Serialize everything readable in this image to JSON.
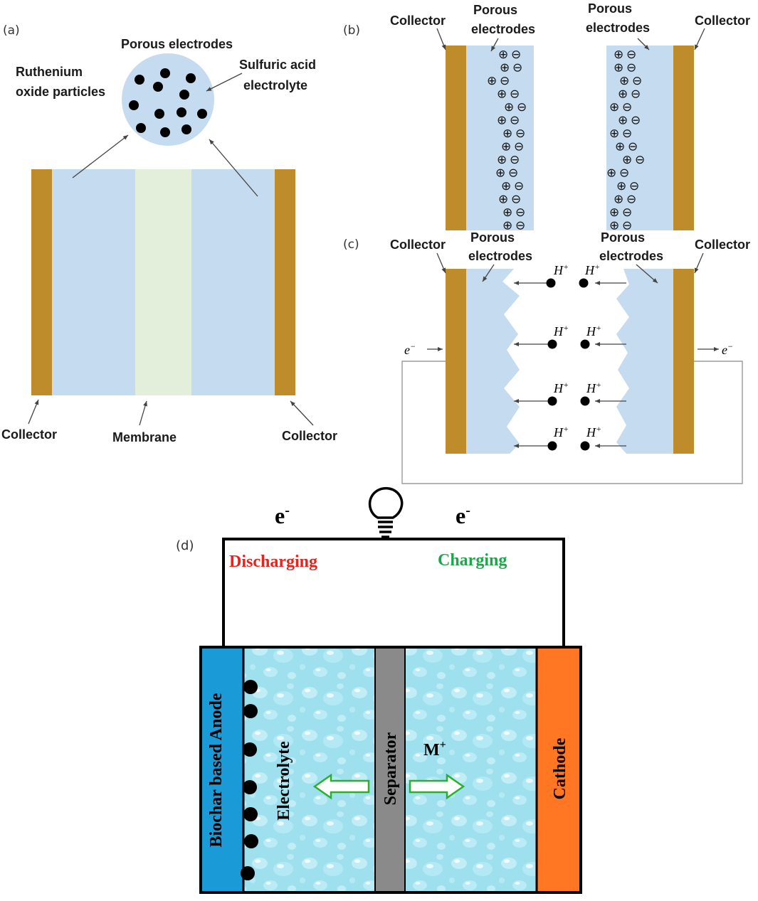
{
  "panel_a": {
    "tag": "(a)",
    "porous_electrodes": "Porous electrodes",
    "ruthenium_line1": "Ruthenium",
    "ruthenium_line2": "oxide particles",
    "sulfuric_line1": "Sulfuric acid",
    "sulfuric_line2": "electrolyte",
    "collector_left": "Collector",
    "membrane": "Membrane",
    "collector_right": "Collector"
  },
  "panel_b": {
    "tag": "(b)",
    "collector_left": "Collector",
    "porous_left_line1": "Porous",
    "porous_left_line2": "electrodes",
    "porous_right_line1": "Porous",
    "porous_right_line2": "electrodes",
    "collector_right": "Collector",
    "plus_symbol": "⊕",
    "minus_symbol": "⊖"
  },
  "panel_c": {
    "tag": "(c)",
    "collector_left": "Collector",
    "porous_left_line1": "Porous",
    "porous_left_line2": "electrodes",
    "porous_right_line1": "Porous",
    "porous_right_line2": "electrodes",
    "collector_right": "Collector",
    "proton": "H",
    "proton_sup": "+",
    "electron_left": "e",
    "electron_right": "e",
    "electron_sup": "−"
  },
  "panel_d": {
    "tag": "(d)",
    "electron_left": "e",
    "electron_right": "e",
    "electron_sup": "-",
    "discharging": "Discharging",
    "charging": "Charging",
    "anode": "Biochar based Anode",
    "electrolyte": "Electrolyte",
    "separator": "Separator",
    "ion": "M",
    "ion_sup": "+",
    "cathode": "Cathode"
  },
  "colors": {
    "collector": "#bf8c2c",
    "electrode": "#c5dbef",
    "membrane": "#e3eedb",
    "anode": "#1a9ad7",
    "cathode": "#ff7722",
    "separator": "#8a8a8a",
    "discharging": "#e8231e",
    "charging": "#1fa64b",
    "arrow": "#2bb02b"
  }
}
